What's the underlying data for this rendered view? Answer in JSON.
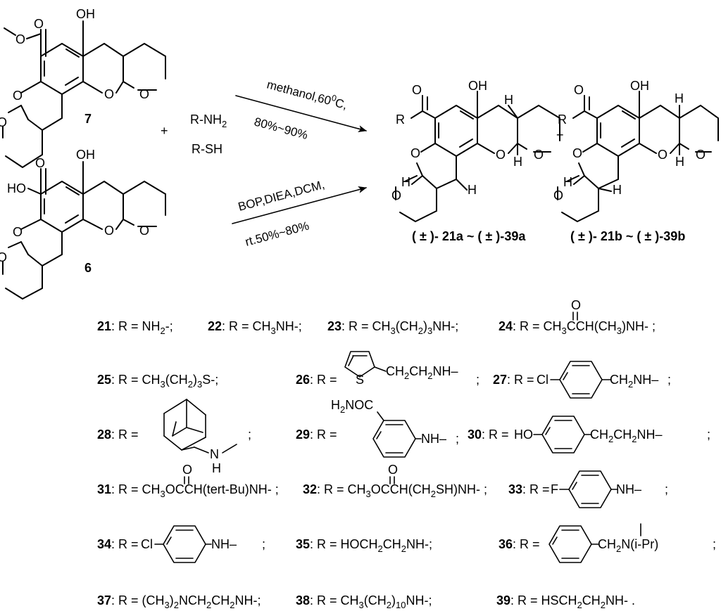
{
  "reaction": {
    "compound_7": {
      "label": "7",
      "atoms": {
        "carbonyl_O": "O",
        "methoxy_O": "O",
        "hydroxyl": "OH",
        "ring_O1": "O",
        "ring_O2": "O",
        "ring_O3": "O",
        "ring_O4": "O"
      }
    },
    "compound_6": {
      "label": "6",
      "atoms": {
        "carbonyl_O": "O",
        "acid": "HO",
        "hydroxyl": "OH",
        "ring_O1": "O",
        "ring_O2": "O",
        "ring_O3": "O",
        "ring_O4": "O"
      }
    },
    "plus_left": "+",
    "reagent_1": "R-NH",
    "reagent_1_sub": "2",
    "reagent_2": "R-SH",
    "conditions_top": {
      "line1": "methanol,60",
      "line1_sup": "0",
      "line1_end": "C,",
      "line2": "80%~90%"
    },
    "conditions_bottom": {
      "line1": "BOP,DIEA,DCM,",
      "line2": "rt.50%~80%"
    },
    "product_a": {
      "R": "R",
      "O_carbonyl": "O",
      "OH": "OH",
      "O1": "O",
      "O2": "O",
      "O3": "O",
      "O4": "O",
      "H1": "H",
      "H2": "H",
      "H3": "H",
      "H4": "H",
      "label_pre": "( ± )- ",
      "label_bold1": "21a",
      "label_mid": " ~ ( ± )-",
      "label_bold2": "39a"
    },
    "plus_right": "+",
    "product_b": {
      "R": "R",
      "O_carbonyl": "O",
      "OH": "OH",
      "O1": "O",
      "O2": "O",
      "O3": "O",
      "O4": "O",
      "H1": "H",
      "H2": "H",
      "H3": "H",
      "H4": "H",
      "label_pre": "( ± )- ",
      "label_bold1": "21b",
      "label_mid": " ~ ( ± )-",
      "label_bold2": "39b"
    }
  },
  "substituents": {
    "e21": {
      "num": "21",
      "pre": ": R = NH",
      "sub": "2",
      "post": "-;"
    },
    "e22": {
      "num": "22",
      "pre": ": R = CH",
      "sub": "3",
      "post": "NH-;"
    },
    "e23": {
      "num": "23",
      "pre": ": R = CH",
      "sub1": "3",
      "mid": "(CH",
      "sub2": "2",
      "mid2": ")",
      "sub3": "3",
      "post": "NH-;"
    },
    "e24": {
      "num": "24",
      "pre": ": R = CH",
      "sub1": "3",
      "mid": "CCH(CH",
      "sub2": "3",
      "post": ")NH- ;",
      "oxo": "O"
    },
    "e25": {
      "num": "25",
      "pre": ": R = CH",
      "sub1": "3",
      "mid": "(CH",
      "sub2": "2",
      "mid2": ")",
      "sub3": "3",
      "post": "S-;"
    },
    "e26": {
      "num": "26",
      "pre": ": R =",
      "S": "S",
      "chain": "CH",
      "sub1": "2",
      "chain2": "CH",
      "sub2": "2",
      "chain3": "NH–",
      "post": ";"
    },
    "e27": {
      "num": "27",
      "pre": ": R =",
      "Cl": "Cl",
      "chain": "CH",
      "sub1": "2",
      "chain2": "NH–",
      "post": ";"
    },
    "e28": {
      "num": "28",
      "pre": ": R =",
      "N": "N",
      "H": "H",
      "post": ";"
    },
    "e29": {
      "num": "29",
      "pre": ": R =",
      "amide": "H",
      "amide_sub": "2",
      "amide2": "NOC",
      "NH": "NH–",
      "post": ";"
    },
    "e30": {
      "num": "30",
      "pre": ": R =",
      "HO": "HO",
      "chain": "CH",
      "sub1": "2",
      "chain2": "CH",
      "sub2": "2",
      "chain3": "NH–",
      "post": ";"
    },
    "e31": {
      "num": "31",
      "pre": ": R = CH",
      "sub1": "3",
      "mid": "OCCH(tert-Bu)NH- ;",
      "oxo": "O"
    },
    "e32": {
      "num": "32",
      "pre": ": R = CH",
      "sub1": "3",
      "mid": "OCCH(CH",
      "sub2": "2",
      "post": "SH)NH- ;",
      "oxo": "O"
    },
    "e33": {
      "num": "33",
      "pre": ": R =",
      "F": "F",
      "NH": "NH–",
      "post": ";"
    },
    "e34": {
      "num": "34",
      "pre": ": R =",
      "Cl": "Cl",
      "NH": "NH–",
      "post": ";"
    },
    "e35": {
      "num": "35",
      "pre": ": R = HOCH",
      "sub1": "2",
      "mid": "CH",
      "sub2": "2",
      "post": "NH-;"
    },
    "e36": {
      "num": "36",
      "pre": ": R =",
      "chain": "CH",
      "sub1": "2",
      "chain2": "N(i-Pr)",
      "post": ";"
    },
    "e37": {
      "num": "37",
      "pre": ": R = (CH",
      "sub1": "3",
      "mid": ")",
      "sub2": "2",
      "post": "NCH",
      "sub3": "2",
      "post2": "CH",
      "sub4": "2",
      "post3": "NH-;"
    },
    "e38": {
      "num": "38",
      "pre": ": R = CH",
      "sub1": "3",
      "mid": "(CH",
      "sub2": "2",
      "mid2": ")",
      "sub3": "10",
      "post": "NH-;"
    },
    "e39": {
      "num": "39",
      "pre": ": R = HSCH",
      "sub1": "2",
      "mid": "CH",
      "sub2": "2",
      "post": "NH- ."
    }
  }
}
